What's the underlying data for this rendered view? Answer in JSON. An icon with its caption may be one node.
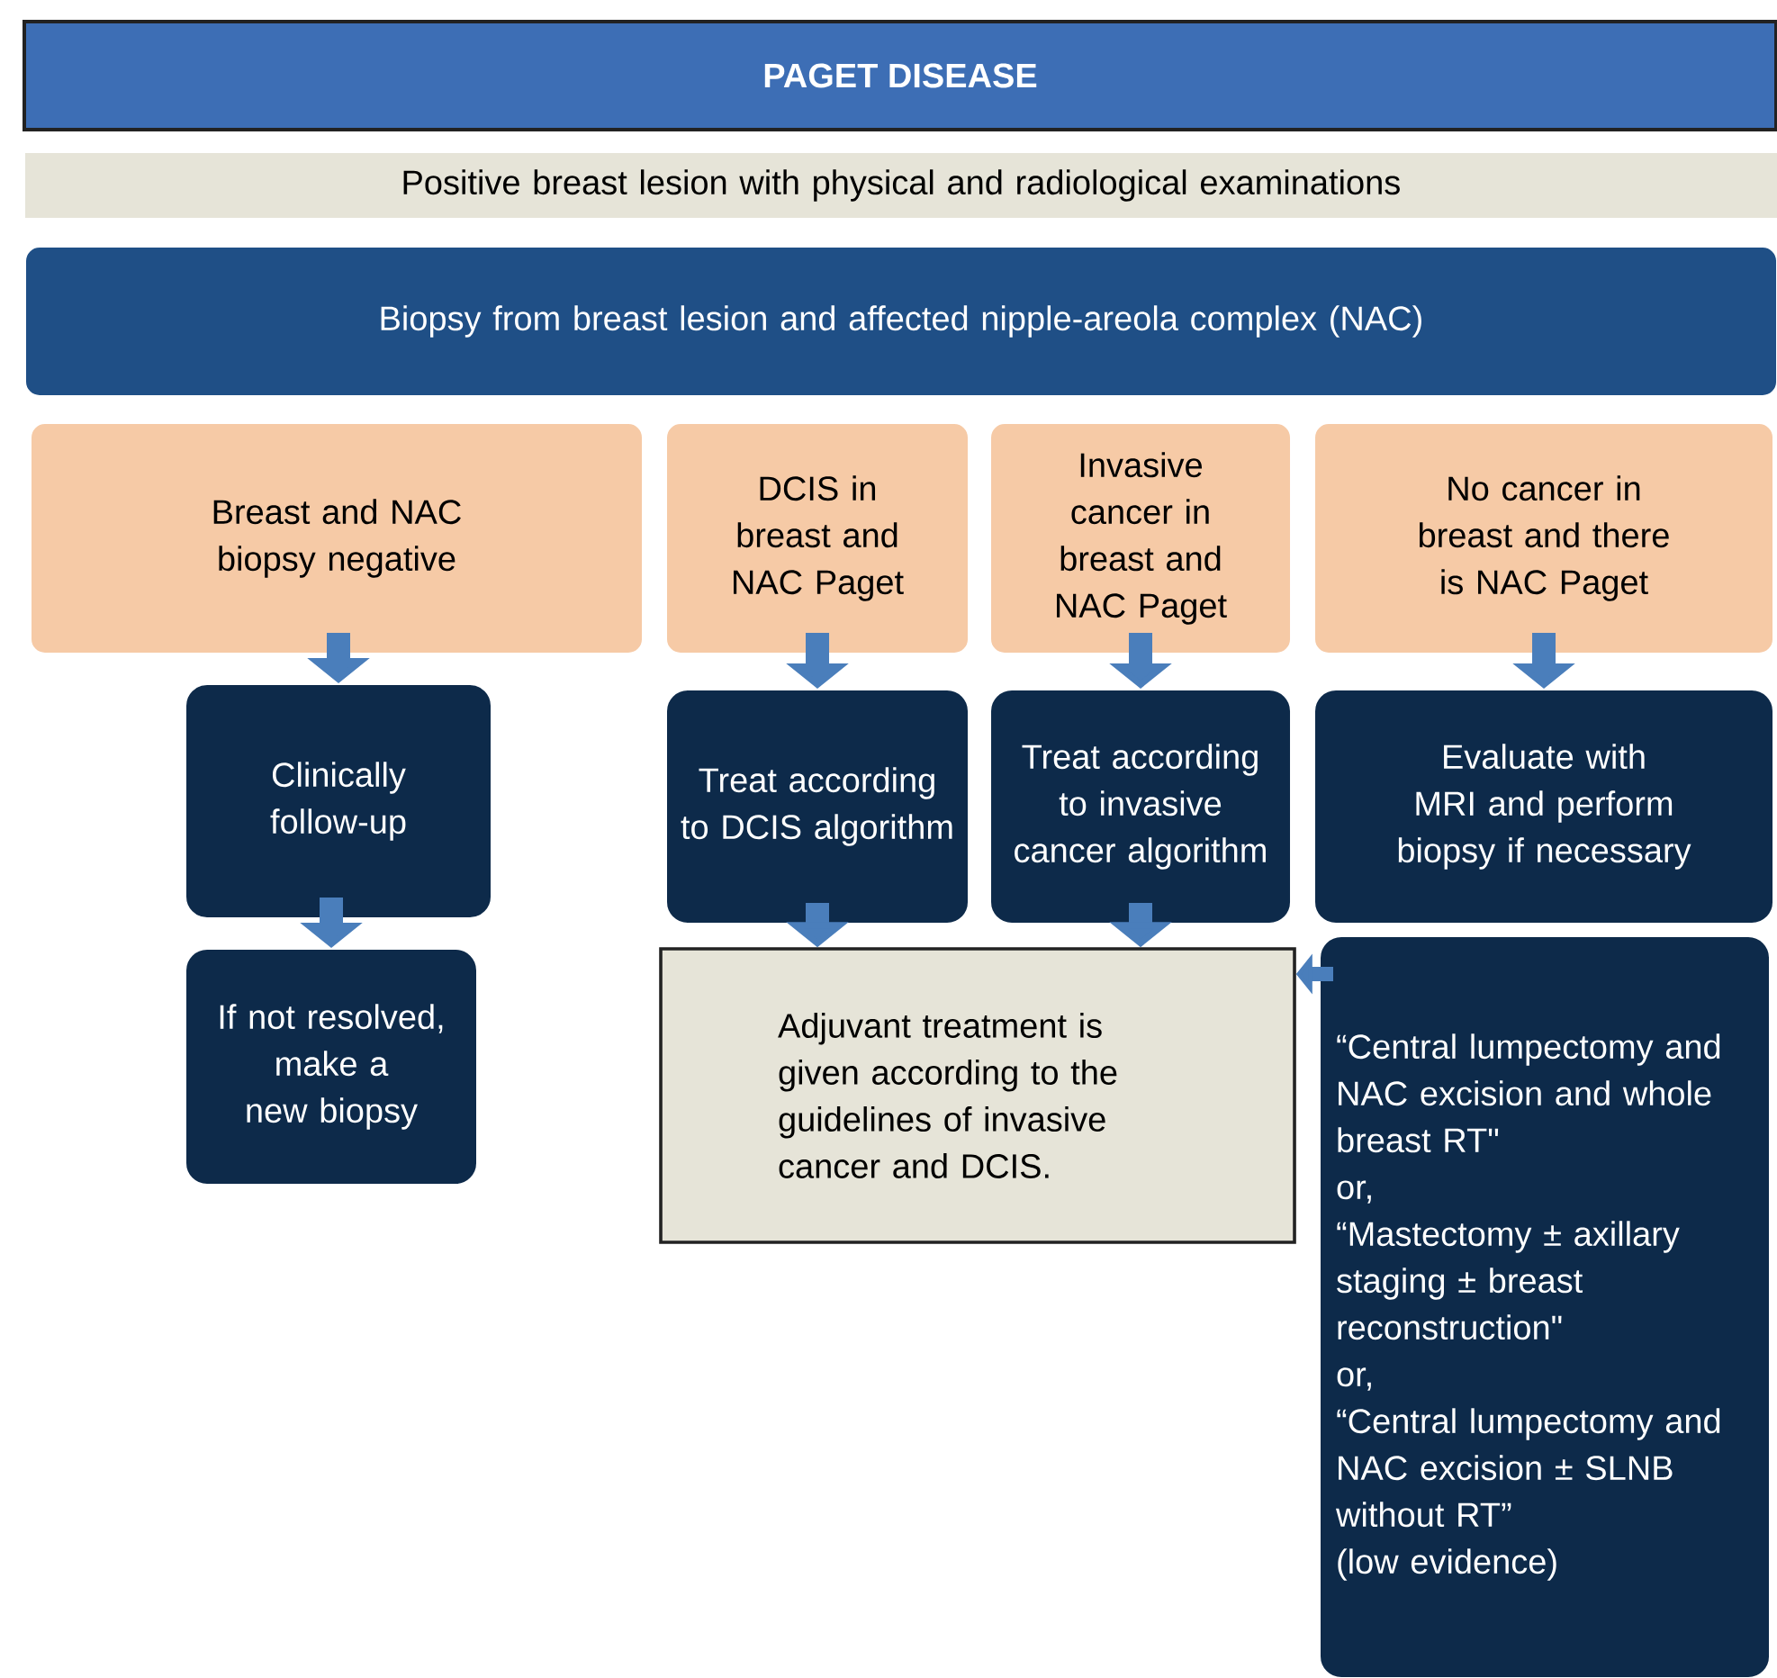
{
  "diagram": {
    "title": "PAGET DISEASE",
    "nodes": [
      {
        "text": [
          "Positive breast lesion with physical and radiological examinations"
        ]
      },
      {
        "text": [
          "Biopsy from breast lesion and affected nipple-areola complex (NAC)"
        ]
      },
      {
        "text": [
          "Breast and NAC biopsy negative"
        ]
      },
      {
        "text": [
          "DCIS in breast and NAC Paget"
        ]
      },
      {
        "text": [
          "Invasive cancer in breast and NAC Paget"
        ]
      },
      {
        "text": [
          "No cancer in breast and there is NAC Paget"
        ]
      },
      {
        "text": [
          "Clinically follow-up"
        ]
      },
      {
        "text": [
          "Treat according to  DCIS algorithm"
        ]
      },
      {
        "text": [
          "Treat according to invasive cancer algorithm"
        ]
      },
      {
        "text": [
          "Evaluate with MRI and perform biopsy if necessary"
        ]
      },
      {
        "text": [
          "If not resolved, make a new biopsy"
        ]
      },
      {
        "text": [
          "Adjuvant treatment is given according to the guidelines of invasive cancer and DCIS."
        ]
      },
      {
        "text": [
          "“Central lumpectomy and NAC excision and whole breast RT\"",
          "or,",
          "“Mastectomy ± axillary staging ± breast reconstruction\"",
          "or,",
          "“Central lumpectomy and NAC excision ± SLNB without RT”",
          "(low evidence)"
        ]
      }
    ],
    "edges": [
      {
        "from": 2,
        "to": 6,
        "arrow": "to"
      },
      {
        "from": 6,
        "to": 10,
        "arrow": "to"
      },
      {
        "from": 3,
        "to": 7,
        "arrow": "to"
      },
      {
        "from": 4,
        "to": 8,
        "arrow": "to"
      },
      {
        "from": 5,
        "to": 9,
        "arrow": "to"
      },
      {
        "from": 7,
        "to": 11,
        "arrow": "to"
      },
      {
        "from": 8,
        "to": 11,
        "arrow": "to"
      },
      {
        "from": 12,
        "to": 11,
        "arrow": "to"
      }
    ]
  }
}
